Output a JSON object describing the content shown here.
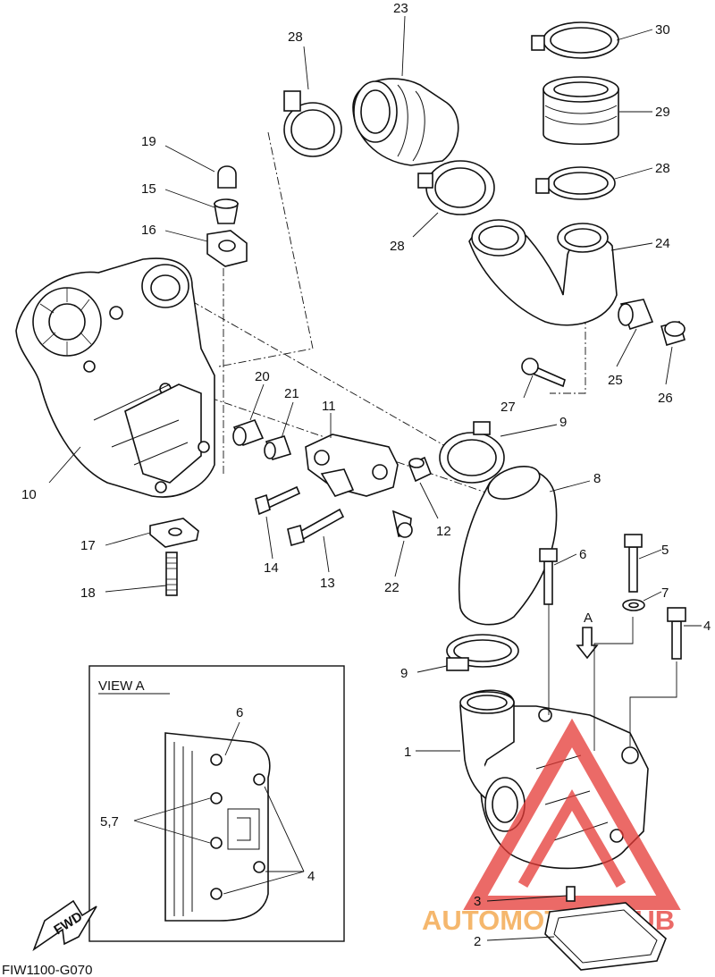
{
  "diagram": {
    "code": "FIW1100-G070",
    "view_a_title": "VIEW A",
    "fwd_label": "FWD",
    "arrow_a_label": "A",
    "watermark": {
      "text_left": "AUTOMOTO",
      "text_right": "HUB",
      "color_red": "#e53935",
      "color_orange": "#f2a03d"
    },
    "callouts": {
      "n1": "1",
      "n2": "2",
      "n3": "3",
      "n4": "4",
      "n5": "5",
      "n6": "6",
      "n7": "7",
      "n8": "8",
      "n9a": "9",
      "n9b": "9",
      "n10": "10",
      "n11": "11",
      "n12": "12",
      "n13": "13",
      "n14": "14",
      "n15": "15",
      "n16": "16",
      "n17": "17",
      "n18": "18",
      "n19": "19",
      "n20": "20",
      "n21": "21",
      "n22": "22",
      "n23": "23",
      "n24": "24",
      "n25": "25",
      "n26": "26",
      "n27": "27",
      "n28a": "28",
      "n28b": "28",
      "n28c": "28",
      "n29": "29",
      "n30": "30",
      "va6": "6",
      "va57": "5,7",
      "va4": "4"
    }
  }
}
